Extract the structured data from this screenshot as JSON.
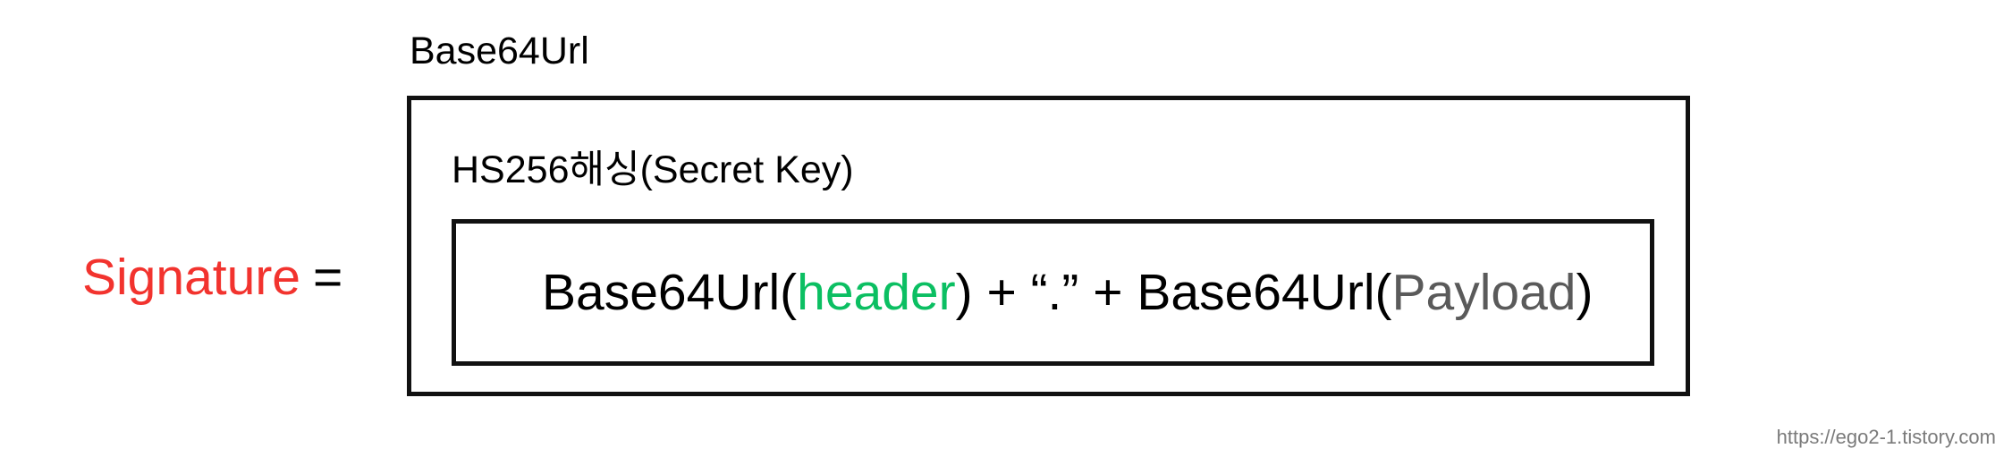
{
  "diagram": {
    "outer_label": "Base64Url",
    "inner_label": "HS256해싱(Secret Key)",
    "left_side": {
      "term": "Signature",
      "operator": "="
    },
    "formula": {
      "part1": "Base64Url(",
      "header_token": "header",
      "part2": ")",
      "plus1": " + ",
      "separator": "“.”",
      "plus2": " + ",
      "part3": "Base64Url(",
      "payload_token": "Payload",
      "part4": ")"
    },
    "colors": {
      "signature_red": "#F2332E",
      "header_green": "#0BBF62",
      "payload_gray": "#5A5A5A",
      "border_black": "#111111",
      "watermark_gray": "#7a7a7a"
    }
  },
  "watermark": {
    "url": "https://ego2-1.tistory.com"
  }
}
